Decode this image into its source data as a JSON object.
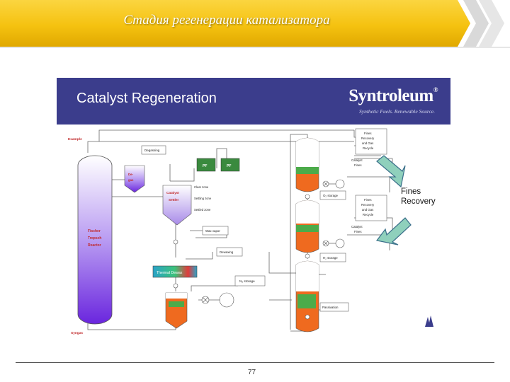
{
  "slide": {
    "title": "Стадия регенерации катализатора",
    "page_number": "77",
    "colors": {
      "banner": "#f5c210",
      "panel_header": "#3b3d8c",
      "reactor": "#7c3ae0",
      "catalyst_vessel": "#ef6a1f",
      "arrow": "#8fd0bc"
    }
  },
  "panel": {
    "title": "Catalyst Regeneration",
    "brand": "Syntroleum",
    "brand_mark": "®",
    "tagline": "Synthetic Fuels. Renewable Source."
  },
  "callout": {
    "line1": "Fines",
    "line2": "Recovery"
  },
  "labels": {
    "example": "Example",
    "degassing": "Degassing",
    "degas": "De-",
    "degas2": "gas",
    "ft1": "Fischer",
    "ft2": "Tropsch",
    "ft3": "Reactor",
    "syngas": "Syngas",
    "pf1": "PF",
    "pf2": "PF",
    "clear_zone": "Clear zone",
    "settling_zone": "Settling zone",
    "settled_zone": "Settled zone",
    "cat_settler1": "Catalyst",
    "cat_settler2": "Settler",
    "wax_vapor": "Wax vapor",
    "dewaxing": "Dewaxing",
    "thermal_dewax": "Thermal Dewax",
    "n2_storage": "N₂ storage",
    "o2_storage": "O₂ storage",
    "h2_storage": "H₂ storage",
    "passivation": "Passivation",
    "fines1_l1": "Fines",
    "fines1_l2": "Recovery",
    "fines1_l3": "and Gas",
    "fines1_l4": "Recycle",
    "fines2_l1": "Fines",
    "fines2_l2": "Recovery",
    "fines2_l3": "and Gas",
    "fines2_l4": "Recycle",
    "cat_fines1_l1": "Catalyst",
    "cat_fines1_l2": "Fines",
    "cat_fines2_l1": "Catalyst",
    "cat_fines2_l2": "Fines"
  }
}
